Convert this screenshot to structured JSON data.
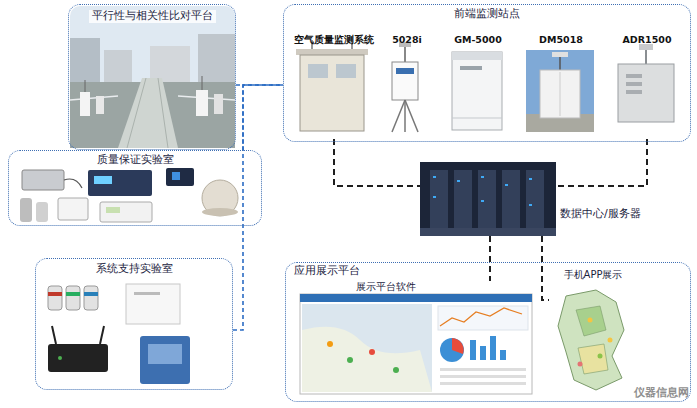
{
  "diagram": {
    "nodes": [
      {
        "text": [
          "平行性与相关性比对平台"
        ]
      },
      {
        "text": [
          "前端监测站点"
        ]
      },
      {
        "text": [
          "空气质量监测系统"
        ],
        "in": 1
      },
      {
        "text": [
          "5028i"
        ],
        "in": 1
      },
      {
        "text": [
          "GM-5000"
        ],
        "in": 1
      },
      {
        "text": [
          "DM5018"
        ],
        "in": 1
      },
      {
        "text": [
          "ADR1500"
        ],
        "in": 1
      },
      {
        "text": [
          "质量保证实验室"
        ]
      },
      {
        "text": [
          "数据中心/服务器"
        ]
      },
      {
        "text": [
          "系统支持实验室"
        ]
      },
      {
        "text": [
          "应用展示平台"
        ]
      },
      {
        "text": [
          "展示平台软件"
        ],
        "in": 10
      },
      {
        "text": [
          "手机APP展示"
        ],
        "in": 10
      }
    ],
    "edges": [
      {
        "from": 0,
        "to": 1,
        "arrow": "none"
      },
      {
        "from": 7,
        "to": 1,
        "arrow": "none"
      },
      {
        "from": 9,
        "to": 1,
        "arrow": "none"
      },
      {
        "from": 2,
        "to": 8,
        "arrow": "none"
      },
      {
        "from": 6,
        "to": 8,
        "arrow": "none"
      },
      {
        "from": 8,
        "to": 11,
        "arrow": "none"
      },
      {
        "from": 8,
        "to": 12,
        "arrow": "none"
      }
    ],
    "labels": [
      "仪器信息网"
    ]
  }
}
